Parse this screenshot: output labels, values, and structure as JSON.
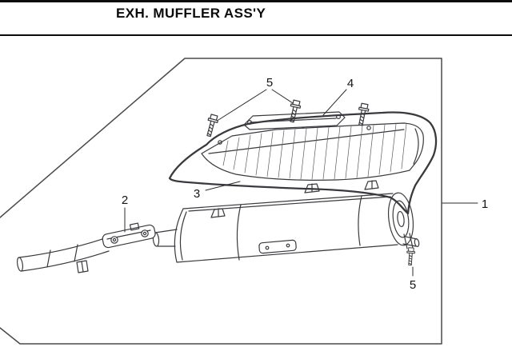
{
  "header": {
    "title": "EXH. MUFFLER ASS'Y"
  },
  "diagram": {
    "highlight_color": "#df2b1f",
    "line_color": "#3a3a3e",
    "callouts": [
      {
        "id": "callout-5-top",
        "label": "5"
      },
      {
        "id": "callout-4",
        "label": "4"
      },
      {
        "id": "callout-3",
        "label": "3"
      },
      {
        "id": "callout-2",
        "label": "2"
      },
      {
        "id": "callout-1",
        "label": "1"
      },
      {
        "id": "callout-5-bottom",
        "label": "5"
      }
    ]
  }
}
